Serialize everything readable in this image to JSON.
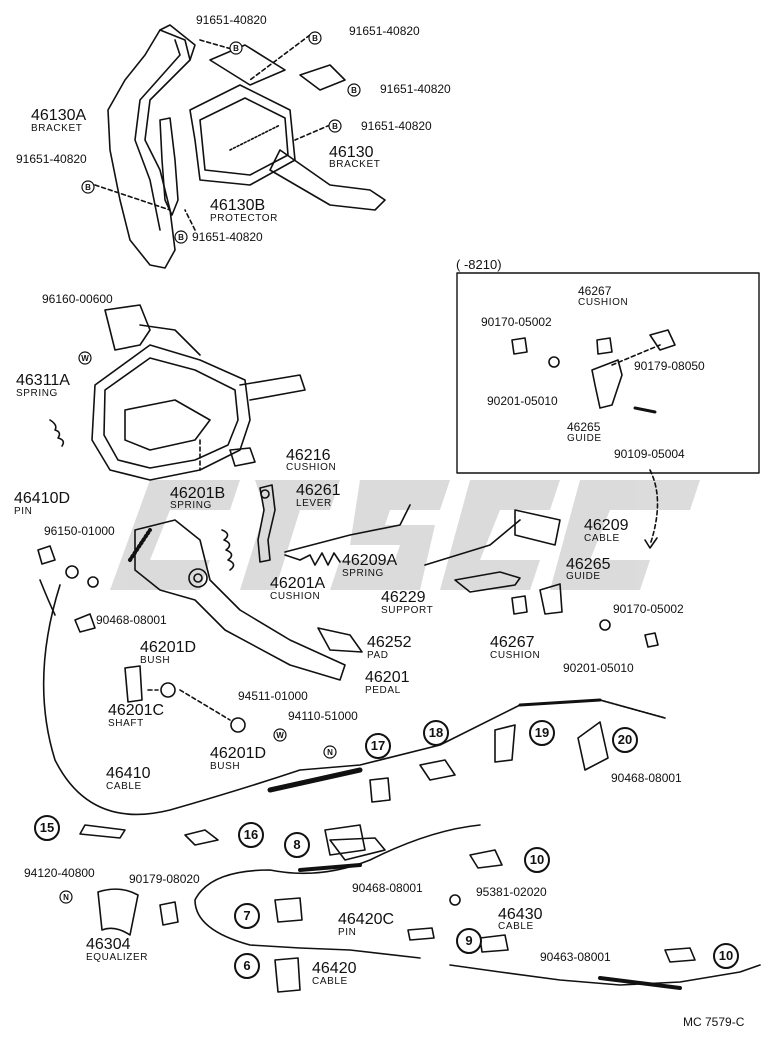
{
  "top_labels": {
    "p91651_a": "91651-40820",
    "p91651_b": "91651-40820",
    "p91651_c": "91651-40820",
    "p91651_d": "91651-40820",
    "p91651_e": "91651-40820",
    "p91651_f": "91651-40820",
    "bracket_a_num": "46130A",
    "bracket_a_name": "BRACKET",
    "bracket_num": "46130",
    "bracket_name": "BRACKET",
    "protector_num": "46130B",
    "protector_name": "PROTECTOR",
    "mark_b": "B"
  },
  "inset": {
    "title": "(        -8210)",
    "cushion_num": "46267",
    "cushion_name": "CUSHION",
    "p90170": "90170-05002",
    "p90179": "90179-08050",
    "p90201": "90201-05010",
    "guide_num": "46265",
    "guide_name": "GUIDE",
    "p90109": "90109-05004"
  },
  "mid_labels": {
    "p96160": "96160-00600",
    "mark_w": "W",
    "spring_a_num": "46311A",
    "spring_a_name": "SPRING",
    "cushion_num": "46216",
    "cushion_name": "CUSHION",
    "spring_b_num": "46201B",
    "spring_b_name": "SPRING",
    "lever_num": "46261",
    "lever_name": "LEVER",
    "pin_num": "46410D",
    "pin_name": "PIN",
    "p96150": "96150-01000",
    "spring_209_num": "46209A",
    "spring_209_name": "SPRING",
    "cushion_201_num": "46201A",
    "cushion_201_name": "CUSHION",
    "cable_209_num": "46209",
    "cable_209_name": "CABLE",
    "guide_num": "46265",
    "guide_name": "GUIDE",
    "support_num": "46229",
    "support_name": "SUPPORT",
    "p90468_a": "90468-08001",
    "pad_num": "46252",
    "pad_name": "PAD",
    "bush_d_num": "46201D",
    "bush_d_name": "BUSH",
    "pedal_num": "46201",
    "pedal_name": "PEDAL",
    "cushion_267_num": "46267",
    "cushion_267_name": "CUSHION",
    "p90170": "90170-05002",
    "p90201": "90201-05010",
    "p94511": "94511-01000",
    "p94110": "94110-51000",
    "shaft_num": "46201C",
    "shaft_name": "SHAFT",
    "bush_d2_num": "46201D",
    "bush_d2_name": "BUSH",
    "mark_n": "N"
  },
  "low_labels": {
    "cable_410_num": "46410",
    "cable_410_name": "CABLE",
    "p90468_b": "90468-08001",
    "p94120": "94120-40800",
    "p90179": "90179-08020",
    "equalizer_num": "46304",
    "equalizer_name": "EQUALIZER",
    "p90468_c": "90468-08001",
    "p95381": "95381-02020",
    "pin_c_num": "46420C",
    "pin_c_name": "PIN",
    "cable_430_num": "46430",
    "cable_430_name": "CABLE",
    "p90463": "90463-08001",
    "cable_420_num": "46420",
    "cable_420_name": "CABLE",
    "footer": "MC 7579-C"
  },
  "callouts": [
    "6",
    "7",
    "8",
    "9",
    "10",
    "10",
    "15",
    "16",
    "17",
    "18",
    "19",
    "20"
  ],
  "watermark_color": "#d6d6d6",
  "line_color": "#111111"
}
